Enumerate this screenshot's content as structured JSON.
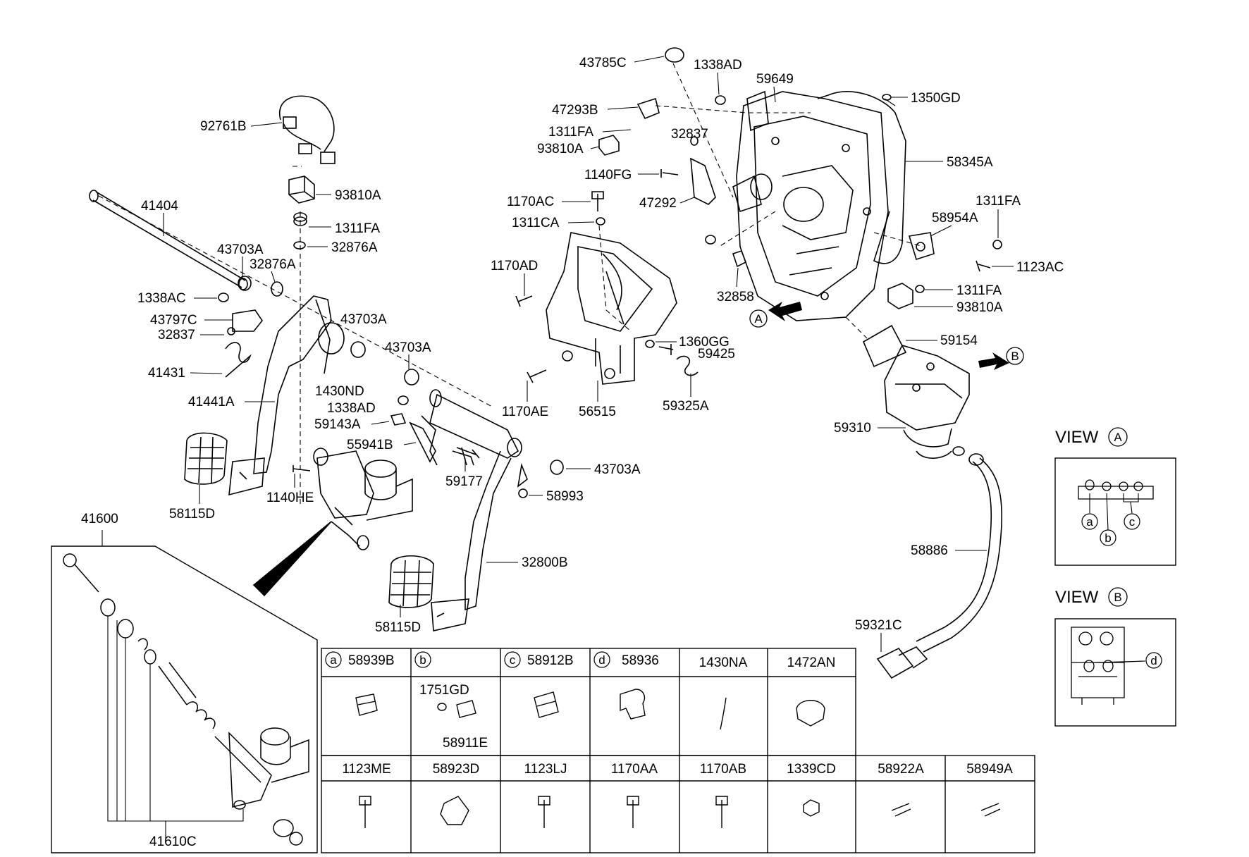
{
  "diagram": {
    "labels": [
      {
        "id": "l_92761B",
        "text": "92761B"
      },
      {
        "id": "l_93810A_1",
        "text": "93810A"
      },
      {
        "id": "l_1311FA_1",
        "text": "1311FA"
      },
      {
        "id": "l_32876A_1",
        "text": "32876A"
      },
      {
        "id": "l_41404",
        "text": "41404"
      },
      {
        "id": "l_43703A_1",
        "text": "43703A"
      },
      {
        "id": "l_32876A_2",
        "text": "32876A"
      },
      {
        "id": "l_1338AC",
        "text": "1338AC"
      },
      {
        "id": "l_43797C",
        "text": "43797C"
      },
      {
        "id": "l_32837_1",
        "text": "32837"
      },
      {
        "id": "l_43703A_2",
        "text": "43703A"
      },
      {
        "id": "l_41431",
        "text": "41431"
      },
      {
        "id": "l_43703A_3",
        "text": "43703A"
      },
      {
        "id": "l_41441A",
        "text": "41441A"
      },
      {
        "id": "l_1430ND",
        "text": "1430ND"
      },
      {
        "id": "l_1338AD_1",
        "text": "1338AD"
      },
      {
        "id": "l_59143A",
        "text": "59143A"
      },
      {
        "id": "l_55941B",
        "text": "55941B"
      },
      {
        "id": "l_59177",
        "text": "59177"
      },
      {
        "id": "l_43703A_4",
        "text": "43703A"
      },
      {
        "id": "l_58993",
        "text": "58993"
      },
      {
        "id": "l_1140HE",
        "text": "1140HE"
      },
      {
        "id": "l_58115D_1",
        "text": "58115D"
      },
      {
        "id": "l_41600",
        "text": "41600"
      },
      {
        "id": "l_32800B",
        "text": "32800B"
      },
      {
        "id": "l_58115D_2",
        "text": "58115D"
      },
      {
        "id": "l_41610C",
        "text": "41610C"
      },
      {
        "id": "l_43785C",
        "text": "43785C"
      },
      {
        "id": "l_1338AD_2",
        "text": "1338AD"
      },
      {
        "id": "l_59649",
        "text": "59649"
      },
      {
        "id": "l_1350GD",
        "text": "1350GD"
      },
      {
        "id": "l_47293B",
        "text": "47293B"
      },
      {
        "id": "l_1311FA_2",
        "text": "1311FA"
      },
      {
        "id": "l_93810A_2",
        "text": "93810A"
      },
      {
        "id": "l_32837_2",
        "text": "32837"
      },
      {
        "id": "l_58345A",
        "text": "58345A"
      },
      {
        "id": "l_1140FG",
        "text": "1140FG"
      },
      {
        "id": "l_47292",
        "text": "47292"
      },
      {
        "id": "l_1170AC",
        "text": "1170AC"
      },
      {
        "id": "l_1311CA",
        "text": "1311CA"
      },
      {
        "id": "l_1311FA_3",
        "text": "1311FA"
      },
      {
        "id": "l_58954A",
        "text": "58954A"
      },
      {
        "id": "l_1123AC",
        "text": "1123AC"
      },
      {
        "id": "l_1170AD",
        "text": "1170AD"
      },
      {
        "id": "l_32858",
        "text": "32858"
      },
      {
        "id": "l_1311FA_4",
        "text": "1311FA"
      },
      {
        "id": "l_93810A_3",
        "text": "93810A"
      },
      {
        "id": "l_1360GG",
        "text": "1360GG"
      },
      {
        "id": "l_59425",
        "text": "59425"
      },
      {
        "id": "l_59154",
        "text": "59154"
      },
      {
        "id": "l_59325A",
        "text": "59325A"
      },
      {
        "id": "l_1170AE",
        "text": "1170AE"
      },
      {
        "id": "l_56515",
        "text": "56515"
      },
      {
        "id": "l_59310",
        "text": "59310"
      },
      {
        "id": "l_58886",
        "text": "58886"
      },
      {
        "id": "l_59321C",
        "text": "59321C"
      }
    ],
    "view_arrows": [
      {
        "id": "arrow_A",
        "letter": "A"
      },
      {
        "id": "arrow_B",
        "letter": "B"
      }
    ],
    "view_a": {
      "title": "VIEW",
      "letter": "A",
      "callouts": [
        "a",
        "b",
        "c"
      ]
    },
    "view_b": {
      "title": "VIEW",
      "letter": "B",
      "callouts": [
        "d"
      ]
    }
  },
  "parts_table": {
    "row1": [
      {
        "circle": "a",
        "code": "58939B"
      },
      {
        "circle": "b",
        "code": ""
      },
      {
        "circle": "c",
        "code": "58912B"
      },
      {
        "circle": "d",
        "code": "58936"
      },
      {
        "circle": "",
        "code": "1430NA"
      },
      {
        "circle": "",
        "code": "1472AN"
      }
    ],
    "b_sub_labels": [
      "1751GD",
      "58911E"
    ],
    "row2": [
      "1123ME",
      "58923D",
      "1123LJ",
      "1170AA",
      "1170AB",
      "1339CD",
      "58922A",
      "58949A"
    ]
  }
}
